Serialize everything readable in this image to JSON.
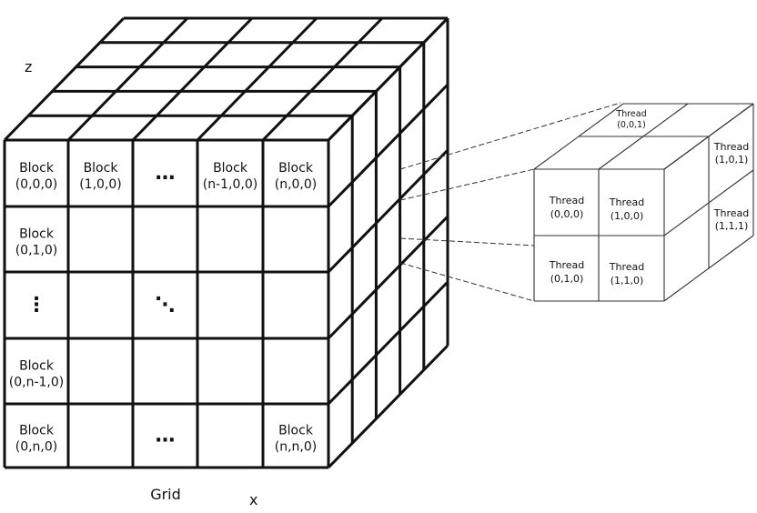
{
  "grid": {
    "caption": "Grid",
    "axis_z": "z",
    "axis_x": "x",
    "cells": {
      "r0c0": [
        "Block",
        "(0,0,0)"
      ],
      "r0c1": [
        "Block",
        "(1,0,0)"
      ],
      "r0c2": [
        "…"
      ],
      "r0c3": [
        "Block",
        "(n-1,0,0)"
      ],
      "r0c4": [
        "Block",
        "(n,0,0)"
      ],
      "r1c0": [
        "Block",
        "(0,1,0)"
      ],
      "r2c0": [
        "⋮"
      ],
      "r2c2": [
        "⋱"
      ],
      "r3c0": [
        "Block",
        "(0,n-1,0)"
      ],
      "r4c0": [
        "Block",
        "(0,n,0)"
      ],
      "r4c2": [
        "…"
      ],
      "r4c4": [
        "Block",
        "(n,n,0)"
      ]
    }
  },
  "block_detail": {
    "threads": {
      "t000": [
        "Thread",
        "(0,0,0)"
      ],
      "t100": [
        "Thread",
        "(1,0,0)"
      ],
      "t010": [
        "Thread",
        "(0,1,0)"
      ],
      "t110": [
        "Thread",
        "(1,1,0)"
      ],
      "t001": [
        "Thread",
        "(0,0,1)"
      ],
      "t101": [
        "Thread",
        "(1,0,1)"
      ],
      "t111": [
        "Thread",
        "(1,1,1)"
      ]
    }
  }
}
